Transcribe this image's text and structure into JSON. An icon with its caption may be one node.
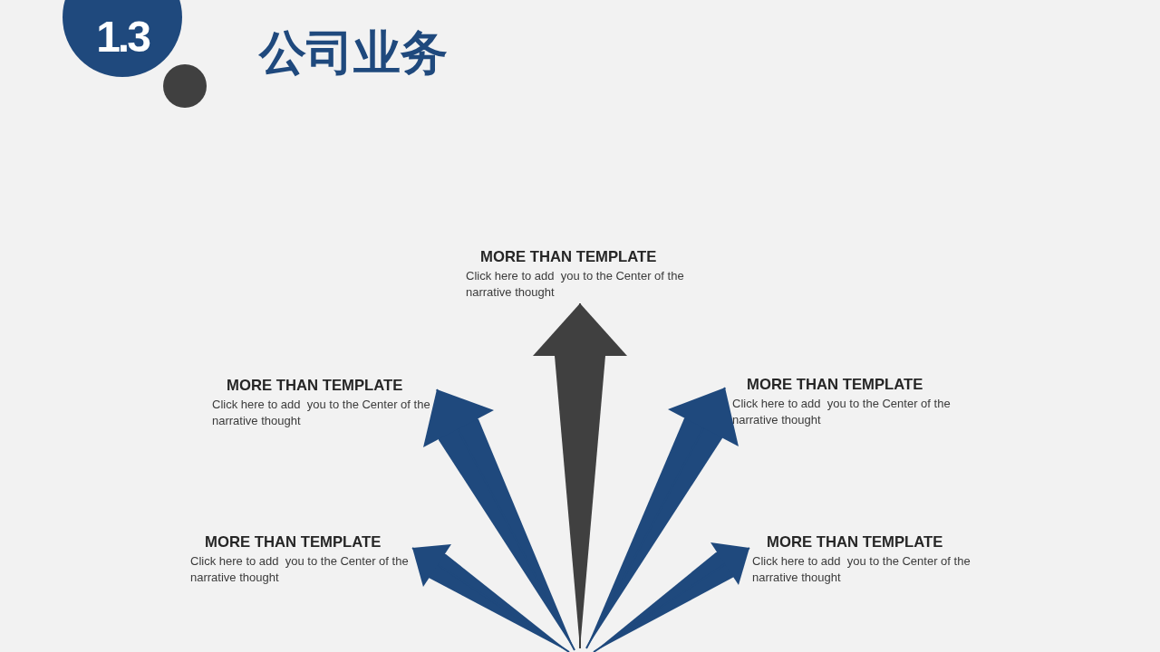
{
  "diagram": {
    "title": "公司业务",
    "nodes": [
      {
        "text": [
          "1.3"
        ]
      },
      {
        "text": [
          "MORE THAN TEMPLATE",
          "Click here to add  you to the Center of the narrative thought"
        ]
      },
      {
        "text": [
          "MORE THAN TEMPLATE",
          "Click here to add  you to the Center of the narrative thought"
        ]
      },
      {
        "text": [
          "MORE THAN TEMPLATE",
          "Click here to add  you to the Center of the narrative thought"
        ]
      },
      {
        "text": [
          "MORE THAN TEMPLATE",
          "Click here to add  you to the Center of the narrative thought"
        ]
      },
      {
        "text": [
          "MORE THAN TEMPLATE",
          "Click here to add  you to the Center of the narrative thought"
        ]
      }
    ],
    "edges": [
      {
        "from": null,
        "to": 1,
        "arrow": "to",
        "color": "#404040"
      },
      {
        "from": null,
        "to": 2,
        "arrow": "to"
      },
      {
        "from": null,
        "to": 3,
        "arrow": "to"
      },
      {
        "from": null,
        "to": 4,
        "arrow": "to"
      },
      {
        "from": null,
        "to": 5,
        "arrow": "to"
      }
    ]
  }
}
